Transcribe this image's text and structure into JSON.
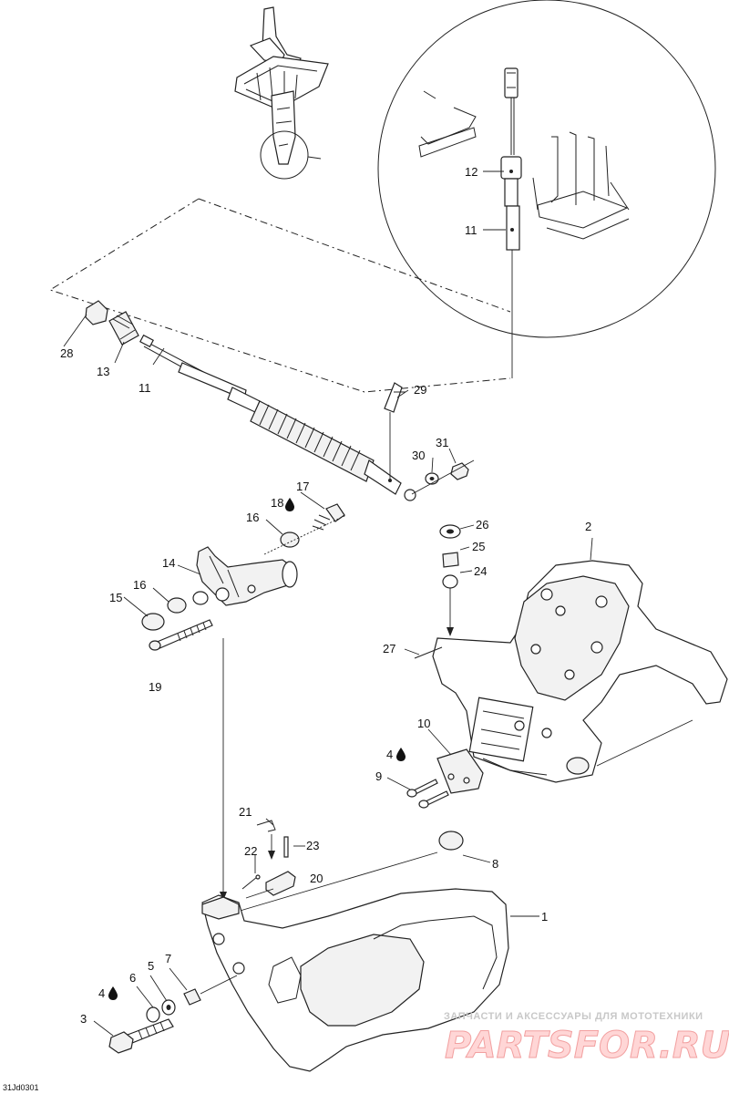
{
  "callouts": {
    "c1": "1",
    "c2": "2",
    "c3": "3",
    "c4a": "4",
    "c4b": "4",
    "c5": "5",
    "c6": "6",
    "c7": "7",
    "c8": "8",
    "c9": "9",
    "c10": "10",
    "c11a": "11",
    "c11b": "11",
    "c12": "12",
    "c13": "13",
    "c14": "14",
    "c15": "15",
    "c16a": "16",
    "c16b": "16",
    "c17": "17",
    "c18": "18",
    "c19": "19",
    "c20": "20",
    "c21": "21",
    "c22": "22",
    "c23": "23",
    "c24": "24",
    "c25": "25",
    "c26": "26",
    "c27": "27",
    "c28": "28",
    "c29": "29",
    "c30": "30",
    "c31": "31"
  },
  "diagram_code": "31Jd0301",
  "watermark": {
    "tagline": "ЗАПЧАСТИ И АКСЕССУАРЫ ДЛЯ МОТОТЕХНИКИ",
    "brand": "PARTSFOR.RU"
  },
  "icons": {
    "sealant_drop": "drop-icon"
  }
}
